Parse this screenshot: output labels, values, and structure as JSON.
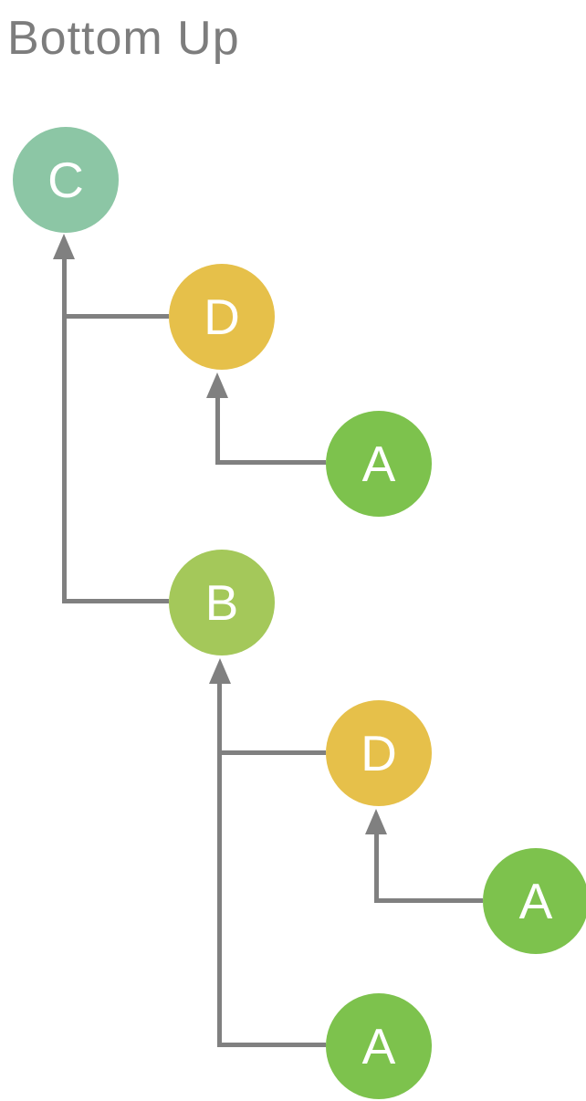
{
  "diagram": {
    "title": "Bottom Up",
    "nodes": [
      {
        "id": "C",
        "label": "C",
        "color": "#8cc6a5"
      },
      {
        "id": "D1",
        "label": "D",
        "color": "#e6c04a"
      },
      {
        "id": "A1",
        "label": "A",
        "color": "#7dc24d"
      },
      {
        "id": "B",
        "label": "B",
        "color": "#a4c85a"
      },
      {
        "id": "D2",
        "label": "D",
        "color": "#e6c04a"
      },
      {
        "id": "A2",
        "label": "A",
        "color": "#7dc24d"
      },
      {
        "id": "A3",
        "label": "A",
        "color": "#7dc24d"
      }
    ],
    "edges": [
      {
        "from": "D1",
        "to": "C"
      },
      {
        "from": "B",
        "to": "C"
      },
      {
        "from": "A1",
        "to": "D1"
      },
      {
        "from": "D2",
        "to": "B"
      },
      {
        "from": "A3",
        "to": "B"
      },
      {
        "from": "A2",
        "to": "D2"
      }
    ],
    "colors": {
      "line": "#808080",
      "title": "#7d7d7d",
      "background": "#ffffff",
      "node_text": "#ffffff"
    }
  }
}
